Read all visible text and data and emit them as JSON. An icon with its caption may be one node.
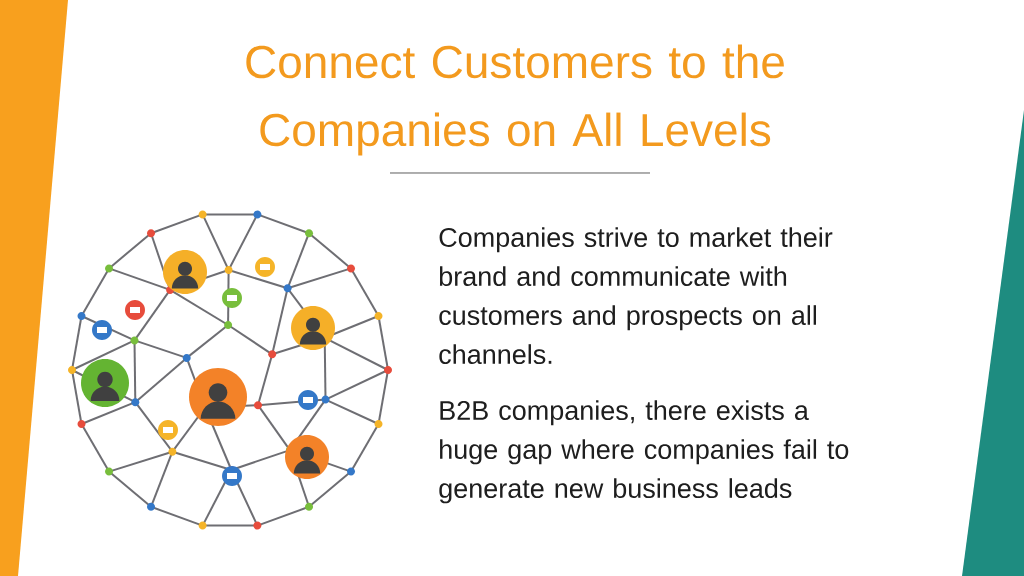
{
  "diagram": {
    "title": "Connect Customers to the Companies on All Levels",
    "labels": [
      "Companies strive to market their brand and communicate with customers and prospects on all channels.",
      "B2B companies, there exists a huge gap where companies fail to generate new business leads"
    ]
  }
}
